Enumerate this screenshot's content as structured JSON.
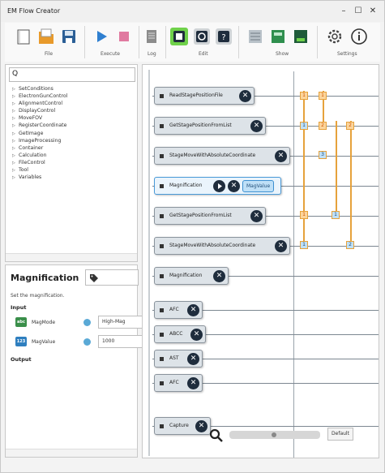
{
  "window": {
    "title": "EM Flow Creator",
    "controls": [
      "–",
      "☐",
      "✕"
    ]
  },
  "ribbon": {
    "groups": {
      "file": "File",
      "execute": "Execute",
      "log": "Log",
      "edit": "Edit",
      "show": "Show",
      "settings": "Settings"
    }
  },
  "search": {
    "value": "Q"
  },
  "tree": [
    "SetConditions",
    "ElectronGunControl",
    "AlignmentControl",
    "DisplayControl",
    "MoveFOV",
    "RegisterCoordinate",
    "GetImage",
    "ImageProcessing",
    "Container",
    "Calculation",
    "FileControl",
    "Tool",
    "Variables"
  ],
  "properties": {
    "title": "Magnification",
    "description": "Set the magnification.",
    "input_label": "Input",
    "output_label": "Output",
    "inputs": [
      {
        "badge": "abc",
        "name": "MagMode",
        "value": "High-Mag",
        "color": "#3a8f4a"
      },
      {
        "badge": "123",
        "name": "MagValue",
        "value": "1000",
        "color": "#2f7fbf"
      }
    ]
  },
  "flow": {
    "nodes": [
      {
        "label": "ReadStagePositionFile"
      },
      {
        "label": "GetStagePositionFromList"
      },
      {
        "label": "StageMoveWithAbsoluteCoordinate"
      },
      {
        "label": "Magnification",
        "tag": "MagValue",
        "selected": true
      },
      {
        "label": "GetStagePositionFromList"
      },
      {
        "label": "StageMoveWithAbsoluteCoordinate"
      },
      {
        "label": "Magnification"
      },
      {
        "label": "AFC"
      },
      {
        "label": "ABCC"
      },
      {
        "label": "AST"
      },
      {
        "label": "AFC"
      },
      {
        "label": "Capture"
      }
    ],
    "pins": [
      "1",
      "1",
      "1",
      "2",
      "2",
      "3",
      "1",
      "1",
      "1",
      "2"
    ],
    "default_label": "Default"
  },
  "colors": {
    "accent": "#3b8fd0",
    "pin": "#e6a23c",
    "node_bg": "#dde3e8"
  }
}
